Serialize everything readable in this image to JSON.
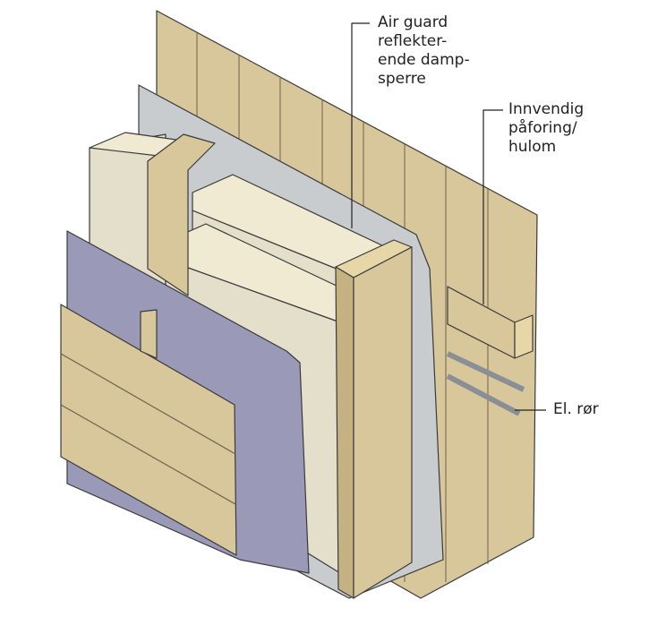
{
  "labels": {
    "vapor_barrier": [
      "Air guard",
      "reflekter-",
      "ende damp-",
      "sperre"
    ],
    "inner_battens": [
      "Innvendig",
      "påforing/",
      "hulom"
    ],
    "electrical_conduit": "El. rør"
  },
  "colors": {
    "wood": "#d8c79a",
    "wood_dark": "#c4b283",
    "vapor_barrier": "#c9ccce",
    "wind_barrier": "#9a9ab8",
    "insulation": "#e3dfcb",
    "outline": "#3a3a3a"
  }
}
